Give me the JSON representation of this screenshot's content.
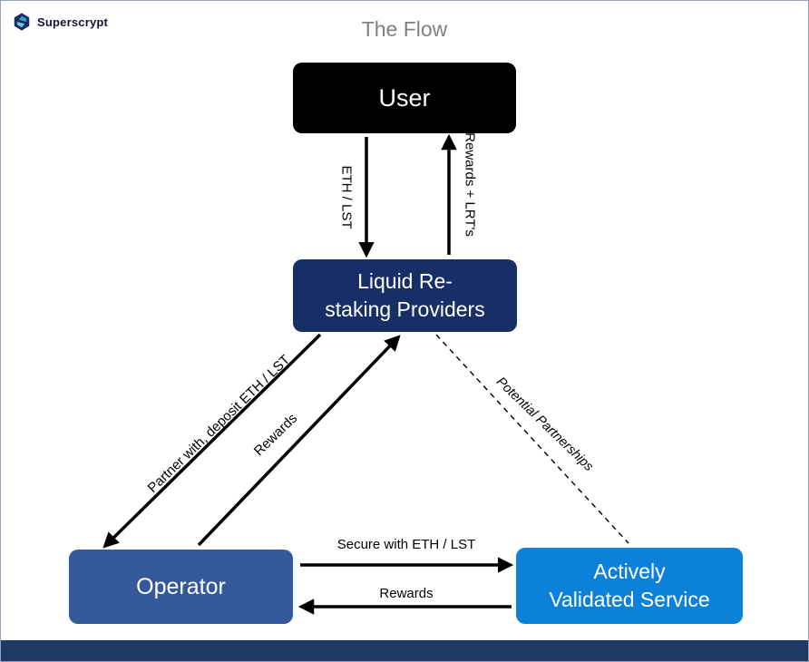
{
  "brand": {
    "name": "Superscrypt"
  },
  "title": "The Flow",
  "nodes": {
    "user": {
      "label": "User"
    },
    "lrp": {
      "lines": [
        "Liquid Re-",
        "staking Providers"
      ]
    },
    "operator": {
      "label": "Operator"
    },
    "avs": {
      "lines": [
        "Actively",
        "Validated Service"
      ]
    }
  },
  "edges": {
    "user_to_lrp": {
      "label": "ETH / LST"
    },
    "lrp_to_user": {
      "label": "Rewards + LRT's"
    },
    "lrp_to_operator": {
      "label": "Partner with, deposit ETH / LST"
    },
    "operator_to_lrp": {
      "label": "Rewards"
    },
    "lrp_to_avs": {
      "label": "Potential Partnerships"
    },
    "operator_to_avs": {
      "label": "Secure with ETH / LST"
    },
    "avs_to_operator": {
      "label": "Rewards"
    }
  },
  "colors": {
    "user_box": "#000000",
    "lrp_box": "#172f66",
    "operator_box": "#35599b",
    "avs_box": "#0d81d9",
    "bottom_bar": "#1f3864"
  }
}
